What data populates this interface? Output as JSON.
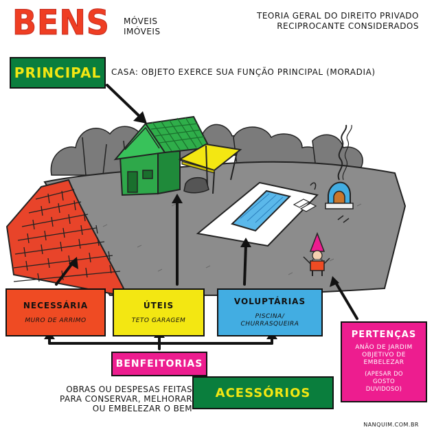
{
  "header": {
    "title": "BENS",
    "subtitle_line1": "MÓVEIS",
    "subtitle_line2": "IMÓVEIS",
    "theory_line1": "TEORIA GERAL DO DIREITO PRIVADO",
    "theory_line2": "RECIPROCANTE CONSIDERADOS"
  },
  "principal": {
    "label": "PRINCIPAL",
    "description": "CASA: OBJETO EXERCE SUA FUNÇÃO PRINCIPAL (MORADIA)"
  },
  "categories": {
    "necessaria": {
      "label": "NECESSÁRIA",
      "example": "MURO DE ARRIMO"
    },
    "uteis": {
      "label": "ÚTEIS",
      "example": "TETO GARAGEM"
    },
    "voluptarias": {
      "label": "VOLUPTÁRIAS",
      "example_line1": "PISCINA/",
      "example_line2": "CHURRASQUEIRA"
    },
    "pertencas": {
      "label": "PERTENÇAS",
      "example_line1": "ANÃO DE JARDIM",
      "example_line2": "OBJETIVO DE",
      "example_line3": "EMBELEZAR",
      "note_line1": "(APESAR DO",
      "note_line2": "GOSTO",
      "note_line3": "DUVIDOSO)"
    }
  },
  "benfeitorias": {
    "label": "BENFEITORIAS",
    "desc_line1": "OBRAS OU DESPESAS FEITAS",
    "desc_line2": "PARA CONSERVAR, MELHORAR",
    "desc_line3": "OU EMBELEZAR O BEM"
  },
  "acessorios": {
    "label": "ACESSÓRIOS"
  },
  "footer": {
    "credit": "NANQUIM.COM.BR"
  },
  "colors": {
    "red": "#ef4b23",
    "green": "#0a7e3d",
    "yellow": "#f3e712",
    "blue": "#42ade2",
    "pink": "#ed1d8f"
  }
}
